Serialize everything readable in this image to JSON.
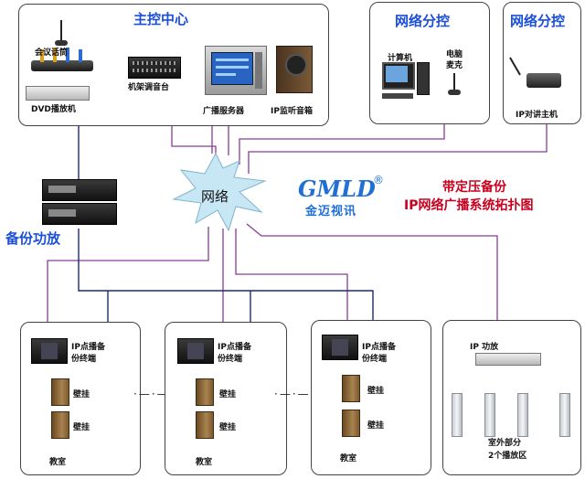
{
  "colors": {
    "title_blue": "#1a4fd8",
    "wire_purple": "#8a3c9a",
    "wire_navy": "#1c2a78",
    "cloud_fill": "#c8e7f5",
    "red": "#c8001e"
  },
  "main_center": {
    "title": "主控中心",
    "conference_mic": "会议话筒",
    "dvd_player": "DVD播放机",
    "rack_mixer": "机架调音台",
    "broadcast_server": "广播服务器",
    "ip_monitor_speaker": "IP监听音箱"
  },
  "branch_left": {
    "title": "网络分控",
    "computer": "计算机",
    "pc_mic": "电脑\n麦克"
  },
  "branch_right": {
    "title": "网络分控",
    "ip_intercom": "IP对讲主机"
  },
  "network": {
    "label": "网络"
  },
  "backup_amp": {
    "label": "备份功放"
  },
  "logo": {
    "text": "GMLD",
    "registered": "®",
    "cn": "金迈视讯"
  },
  "diagram_title": {
    "line1": "带定压备份",
    "line2": "IP网络广播系统拓扑图"
  },
  "classrooms": [
    {
      "terminal": "IP点播备\n份终端",
      "speaker1": "壁挂",
      "speaker2": "壁挂",
      "room": "教室"
    },
    {
      "terminal": "IP点播备\n份终端",
      "speaker1": "壁挂",
      "speaker2": "壁挂",
      "room": "教室"
    },
    {
      "terminal": "IP点播备\n份终端",
      "speaker1": "壁挂",
      "speaker2": "壁挂",
      "room": "教室"
    }
  ],
  "ellipsis": "·—·—·",
  "outdoor": {
    "amp": "IP 功放",
    "zone": "室外部分\n2个播放区"
  }
}
